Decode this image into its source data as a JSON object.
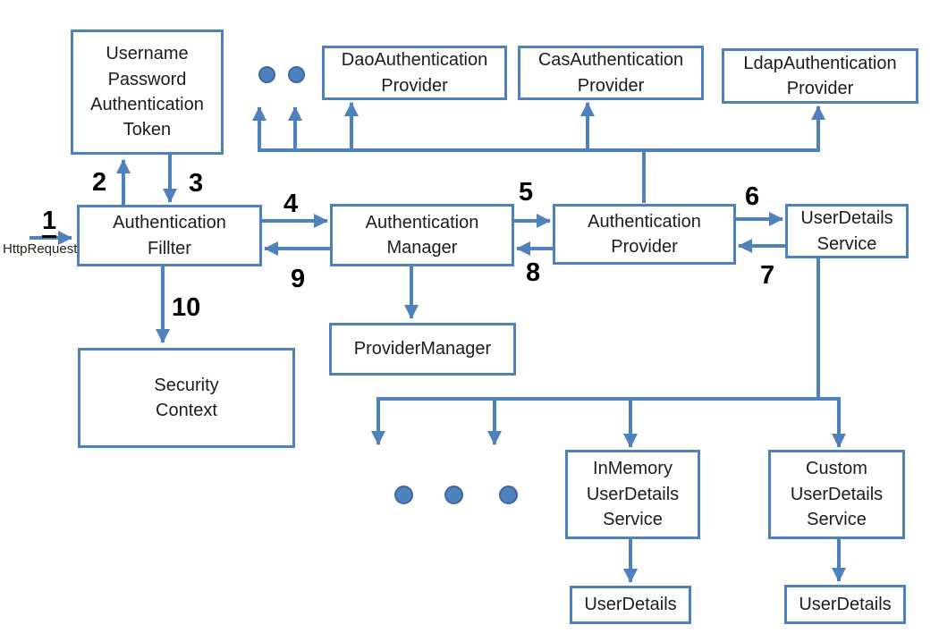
{
  "colors": {
    "accent": "#4f81bd",
    "box_border": "#4f81bd",
    "box_text": "#1c1c1c",
    "number_text": "#000000",
    "caption_text": "#2a211a"
  },
  "boxes": {
    "token": {
      "label": "Username\nPassword\nAuthentication\nToken"
    },
    "dao": {
      "label": "DaoAuthentication\nProvider"
    },
    "cas": {
      "label": "CasAuthentication\nProvider"
    },
    "ldap": {
      "label": "LdapAuthentication\nProvider"
    },
    "filter": {
      "label": "Authentication\nFillter"
    },
    "manager": {
      "label": "Authentication\nManager"
    },
    "provider": {
      "label": "Authentication\nProvider"
    },
    "user_details_service": {
      "label": "UserDetails\nService"
    },
    "provider_manager": {
      "label": "ProviderManager"
    },
    "security_context": {
      "label": "Security\nContext"
    },
    "in_memory_uds": {
      "label": "InMemory\nUserDetails\nService"
    },
    "custom_uds": {
      "label": "Custom\nUserDetails\nService"
    },
    "user_details_left": {
      "label": "UserDetails"
    },
    "user_details_right": {
      "label": "UserDetails"
    }
  },
  "steps": {
    "s1": "1",
    "s2": "2",
    "s3": "3",
    "s4": "4",
    "s5": "5",
    "s6": "6",
    "s7": "7",
    "s8": "8",
    "s9": "9",
    "s10": "10"
  },
  "annotations": {
    "http_request": "HttpRequest"
  }
}
